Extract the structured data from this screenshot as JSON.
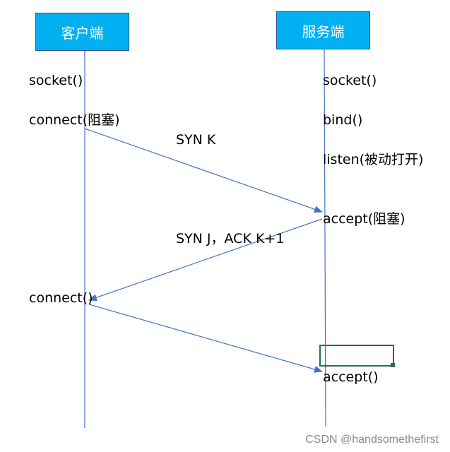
{
  "actors": {
    "client": "客户端",
    "server": "服务端"
  },
  "client_steps": {
    "socket": "socket()",
    "connect_blocking": "connect(阻塞)",
    "connect_return": "connect()"
  },
  "server_steps": {
    "socket": "socket()",
    "bind": "bind()",
    "listen": "listen(被动打开)",
    "accept_blocking": "accept(阻塞)",
    "accept_return": "accept()"
  },
  "messages": {
    "syn": "SYN K",
    "syn_ack": "SYN J，ACK K+1"
  },
  "watermark": "CSDN @handsomethefirst",
  "colors": {
    "actor_fill": "#00b0f0",
    "actor_border": "#2f528f",
    "lifeline": "#4472c4",
    "arrow": "#4472c4",
    "selection": "#217346"
  }
}
